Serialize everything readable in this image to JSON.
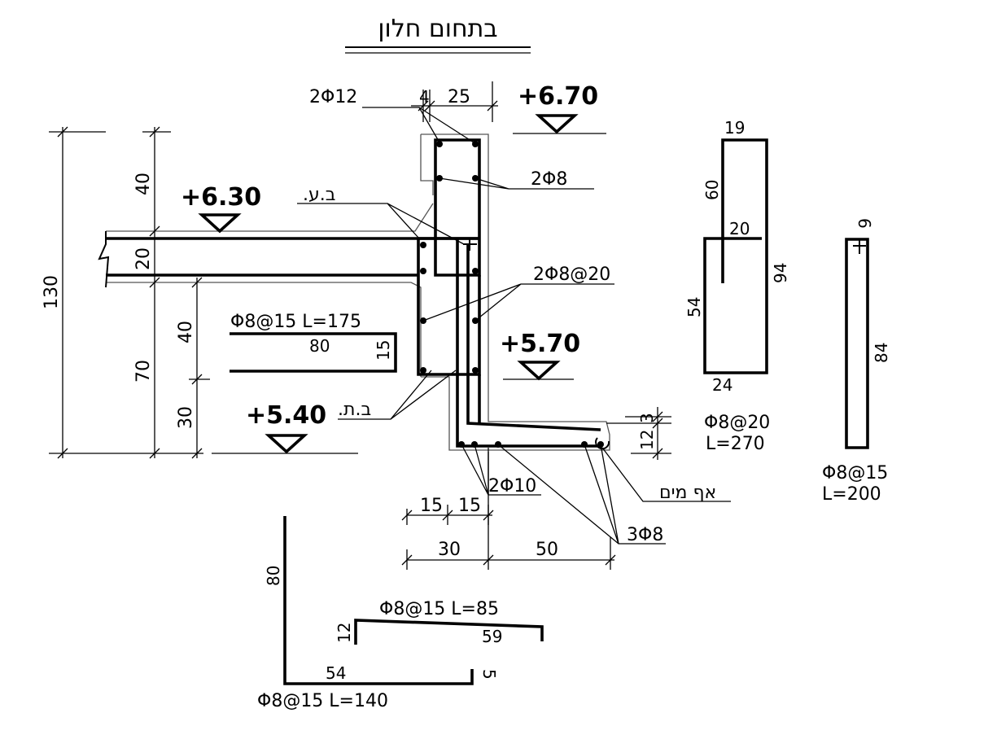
{
  "title": "בתחום חלון",
  "elevations": {
    "e670": "+6.70",
    "e630": "+6.30",
    "e570": "+5.70",
    "e540": "+5.40"
  },
  "labels": {
    "bar_2f12": "2Φ12",
    "bar_2f8": "2Φ8",
    "bar_2f8at20": "2Φ8@20",
    "bar_2f10": "2Φ10",
    "bar_3f8": "3Φ8",
    "ba": ".ב.ע",
    "bt": ".ב.ת",
    "drip": "אף מים"
  },
  "dims": {
    "d4": "4",
    "d25": "25",
    "d40_top": "40",
    "d20_slab": "20",
    "d130": "130",
    "d70": "70",
    "d40_mid": "40",
    "d30_low": "30",
    "d15_a": "15",
    "d15_b": "15",
    "d30_bottom": "30",
    "d50": "50",
    "d3": "3",
    "d12": "12"
  },
  "bars": {
    "slab_bar": {
      "spec": "Φ8@15  L=175",
      "len_a": "80",
      "len_b": "15"
    },
    "stirrup_a": {
      "top": "19",
      "left_top": "60",
      "middle": "20",
      "left_bottom": "54",
      "right": "94",
      "bottom": "24",
      "spec_1": "Φ8@20",
      "spec_2": "L=270"
    },
    "stirrup_b": {
      "top": "6",
      "right": "84",
      "spec_1": "Φ8@15",
      "spec_2": "L=200"
    },
    "l_bar": {
      "vertical": "80",
      "horizontal": "54",
      "hook": "5",
      "spec": "Φ8@15 L=140"
    },
    "sill_bar": {
      "spec": "Φ8@15 L=85",
      "hook": "12",
      "length": "59"
    }
  }
}
